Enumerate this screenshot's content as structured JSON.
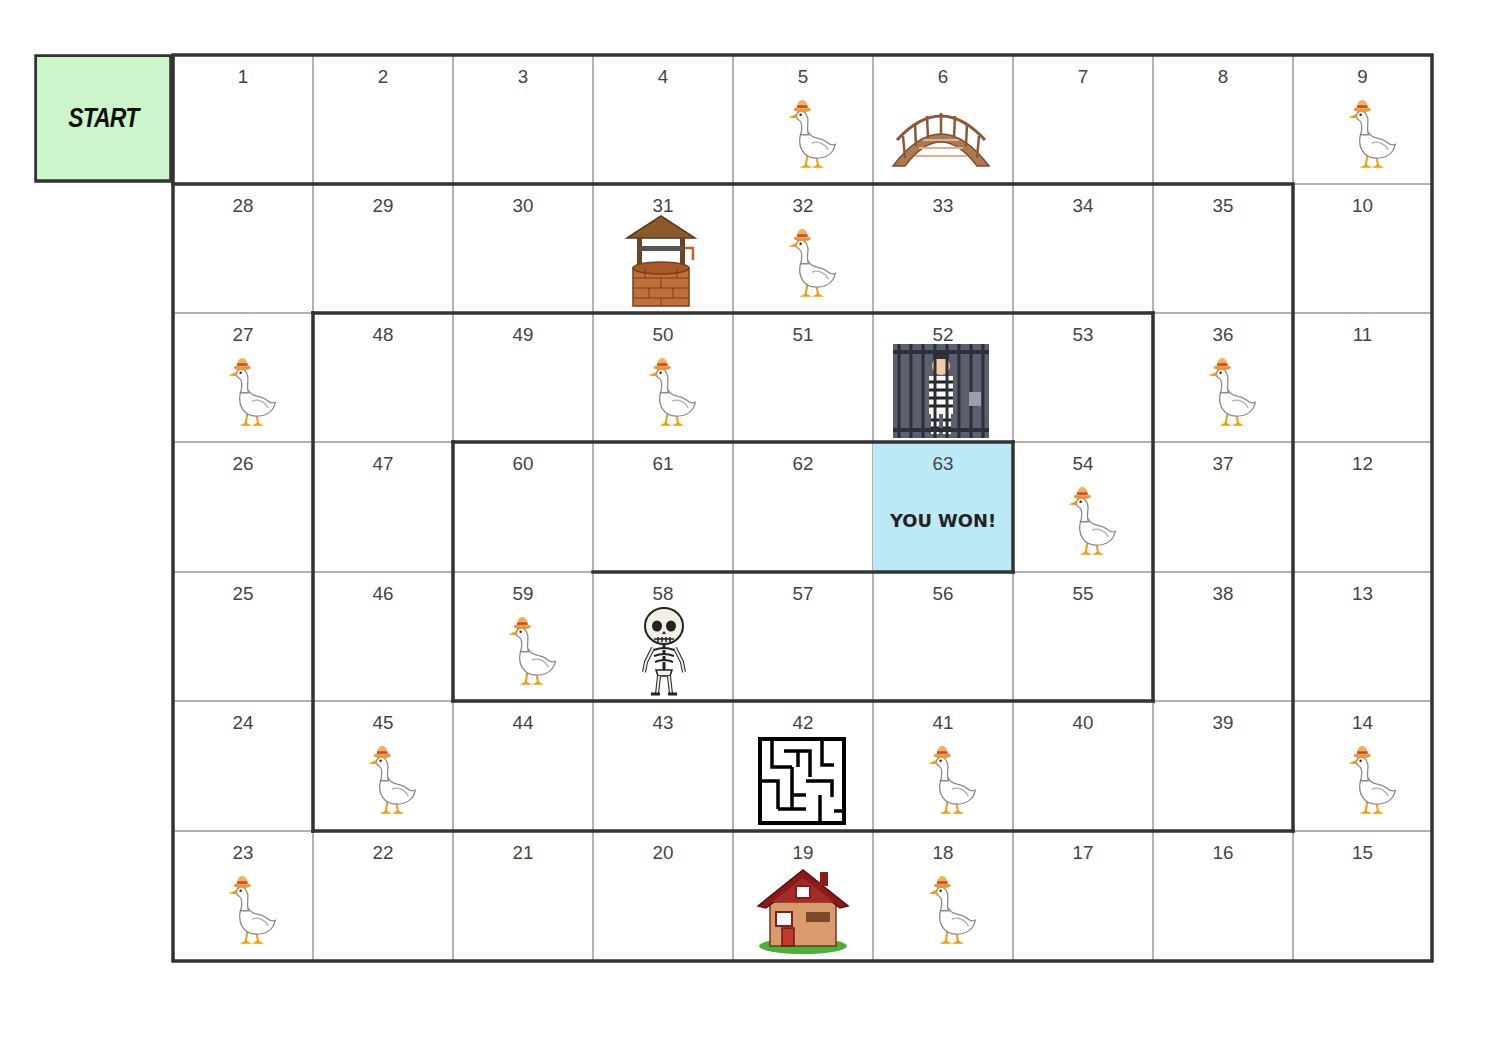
{
  "diagram": {
    "nodes": [
      {
        "text": [
          "START"
        ]
      },
      {
        "text": [
          "1"
        ]
      },
      {
        "text": [
          "2"
        ]
      },
      {
        "text": [
          "3"
        ]
      },
      {
        "text": [
          "4"
        ]
      },
      {
        "text": [
          "5"
        ]
      },
      {
        "text": [
          "6"
        ]
      },
      {
        "text": [
          "7"
        ]
      },
      {
        "text": [
          "8"
        ]
      },
      {
        "text": [
          "9"
        ]
      },
      {
        "text": [
          "28"
        ]
      },
      {
        "text": [
          "29"
        ]
      },
      {
        "text": [
          "30"
        ]
      },
      {
        "text": [
          "31"
        ]
      },
      {
        "text": [
          "32"
        ]
      },
      {
        "text": [
          "33"
        ]
      },
      {
        "text": [
          "34"
        ]
      },
      {
        "text": [
          "35"
        ]
      },
      {
        "text": [
          "10"
        ]
      },
      {
        "text": [
          "27"
        ]
      },
      {
        "text": [
          "48"
        ]
      },
      {
        "text": [
          "49"
        ]
      },
      {
        "text": [
          "50"
        ]
      },
      {
        "text": [
          "51"
        ]
      },
      {
        "text": [
          "52"
        ]
      },
      {
        "text": [
          "53"
        ]
      },
      {
        "text": [
          "36"
        ]
      },
      {
        "text": [
          "11"
        ]
      },
      {
        "text": [
          "26"
        ]
      },
      {
        "text": [
          "47"
        ]
      },
      {
        "text": [
          "60"
        ]
      },
      {
        "text": [
          "61"
        ]
      },
      {
        "text": [
          "62"
        ]
      },
      {
        "text": [
          "63",
          "YOU WON!"
        ]
      },
      {
        "text": [
          "54"
        ]
      },
      {
        "text": [
          "37"
        ]
      },
      {
        "text": [
          "12"
        ]
      },
      {
        "text": [
          "25"
        ]
      },
      {
        "text": [
          "46"
        ]
      },
      {
        "text": [
          "59"
        ]
      },
      {
        "text": [
          "58"
        ]
      },
      {
        "text": [
          "57"
        ]
      },
      {
        "text": [
          "56"
        ]
      },
      {
        "text": [
          "55"
        ]
      },
      {
        "text": [
          "38"
        ]
      },
      {
        "text": [
          "13"
        ]
      },
      {
        "text": [
          "24"
        ]
      },
      {
        "text": [
          "45"
        ]
      },
      {
        "text": [
          "44"
        ]
      },
      {
        "text": [
          "43"
        ]
      },
      {
        "text": [
          "42"
        ]
      },
      {
        "text": [
          "41"
        ]
      },
      {
        "text": [
          "40"
        ]
      },
      {
        "text": [
          "39"
        ]
      },
      {
        "text": [
          "14"
        ]
      },
      {
        "text": [
          "23"
        ]
      },
      {
        "text": [
          "22"
        ]
      },
      {
        "text": [
          "21"
        ]
      },
      {
        "text": [
          "20"
        ]
      },
      {
        "text": [
          "19"
        ]
      },
      {
        "text": [
          "18"
        ]
      },
      {
        "text": [
          "17"
        ]
      },
      {
        "text": [
          "16"
        ]
      },
      {
        "text": [
          "15"
        ]
      }
    ]
  }
}
